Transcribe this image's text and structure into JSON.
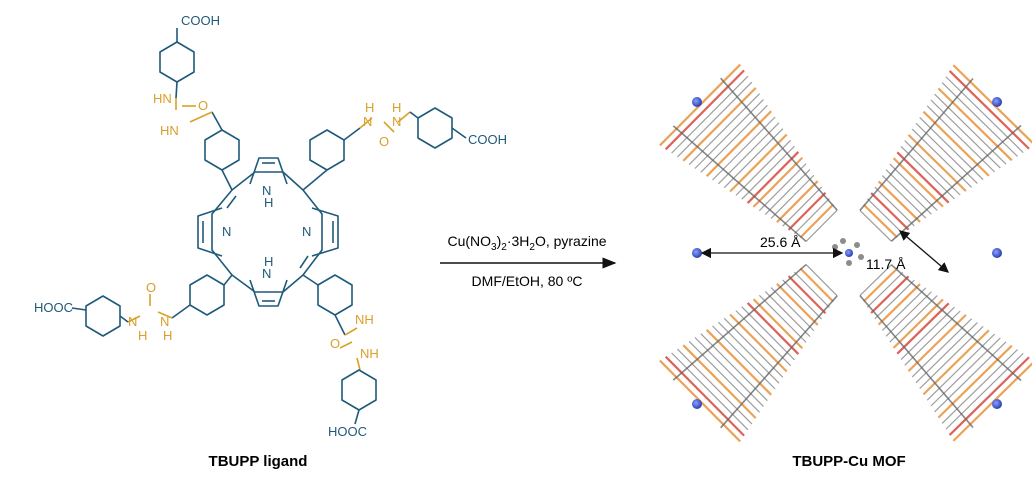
{
  "colors": {
    "porphyrin": "#1f5a7a",
    "urea": "#d9a02a",
    "arrow": "#111111",
    "mof_gray": "#8c8c8c",
    "mof_orange": "#e8923a",
    "mof_red": "#d8453a",
    "mof_blue": "#3d5bd6"
  },
  "ligand": {
    "name": "TBUPP ligand",
    "groups": {
      "cooh_top": "COOH",
      "cooh_right": "COOH",
      "hooc_left": "HOOC",
      "hooc_bottom": "HOOC",
      "hn": "HN",
      "h": "H",
      "n": "N",
      "o": "O",
      "nh": "NH"
    }
  },
  "reaction": {
    "reagent_main": "Cu(NO",
    "reagent_sub1": "3",
    "reagent_mid": ")",
    "reagent_sub2": "2",
    "reagent_rest": "·3H",
    "reagent_sub3": "2",
    "reagent_end": "O, pyrazine",
    "conditions": "DMF/EtOH, 80 ºC"
  },
  "mof": {
    "name": "TBUPP-Cu MOF",
    "dimension_large": "25.6 Å",
    "dimension_small": "11.7 Å"
  }
}
